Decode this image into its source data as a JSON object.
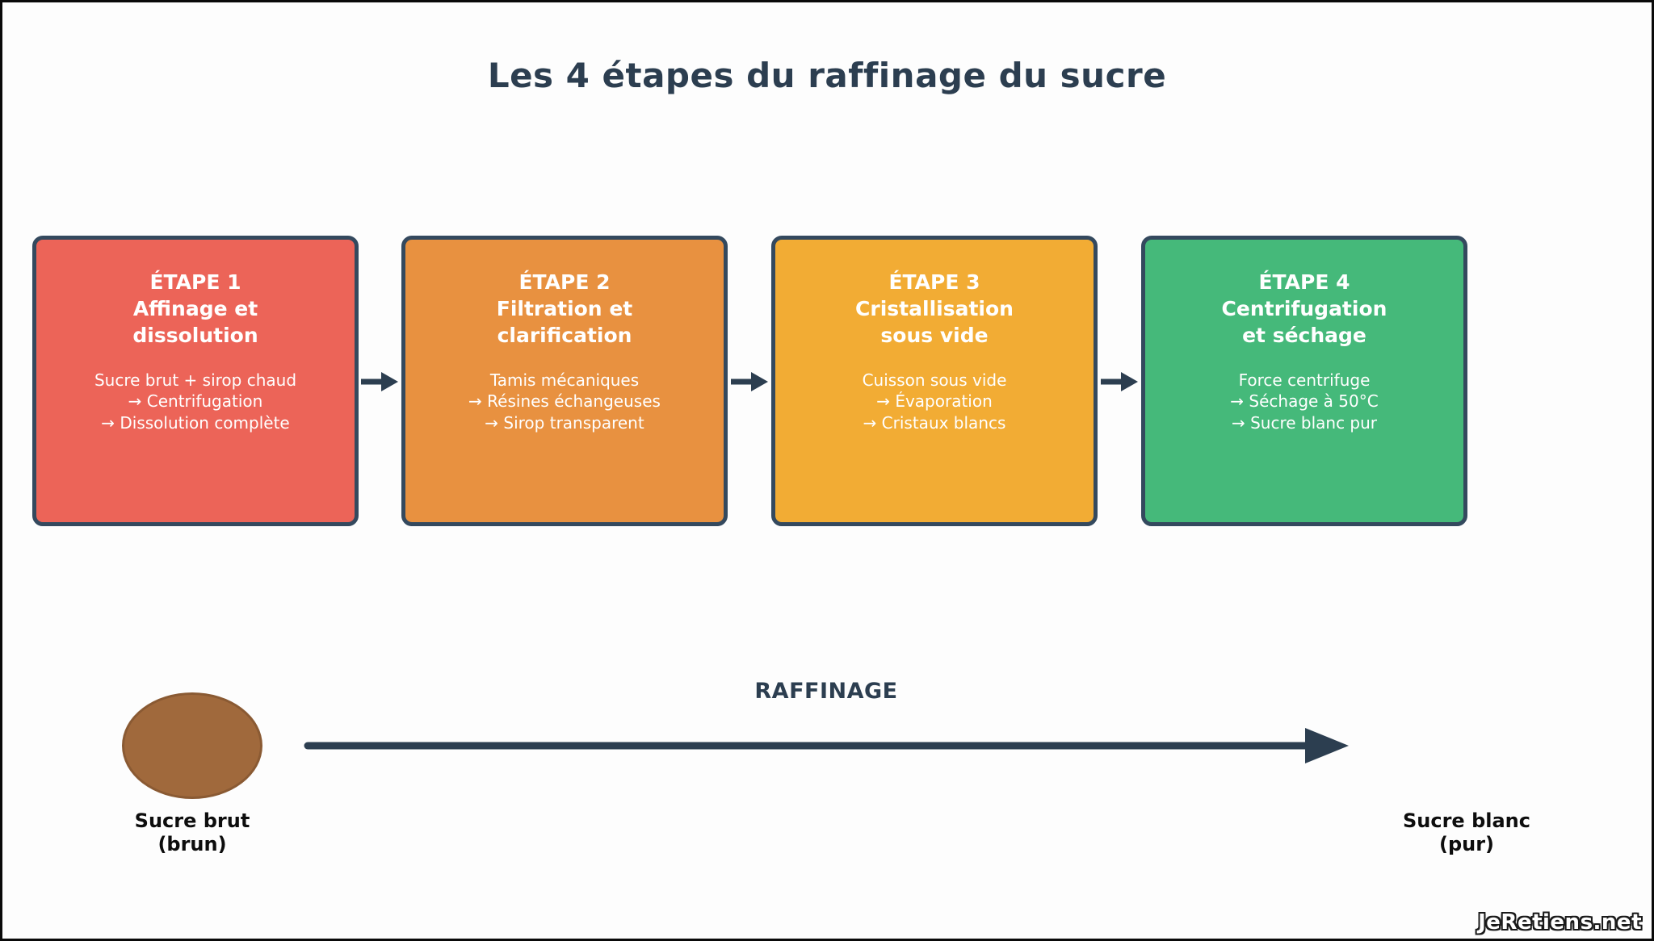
{
  "colors": {
    "navy": "#2c3e50",
    "box_border": "#34495e",
    "background": "#fdfdfd",
    "frame_border": "#0a0a0a",
    "label_black": "#0d0d0d",
    "watermark_text": "#ffffff",
    "raw_sugar_fill": "#a0693c",
    "raw_sugar_border": "#8a5a33"
  },
  "title": "Les 4 étapes du raffinage du sucre",
  "steps": [
    {
      "heading": "ÉTAPE 1\nAffinage et\ndissolution",
      "details": "Sucre brut + sirop chaud\n→ Centrifugation\n→ Dissolution complète",
      "fill": "#ec6458"
    },
    {
      "heading": "ÉTAPE 2\nFiltration et\nclarification",
      "details": "Tamis mécaniques\n→ Résines échangeuses\n→ Sirop transparent",
      "fill": "#e89140"
    },
    {
      "heading": "ÉTAPE 3\nCristallisation\nsous vide",
      "details": "Cuisson sous vide\n→ Évaporation\n→ Cristaux blancs",
      "fill": "#f2ac34"
    },
    {
      "heading": "ÉTAPE 4\nCentrifugation\net séchage",
      "details": "Force centrifuge\n→ Séchage à 50°C\n→ Sucre blanc pur",
      "fill": "#45b97a"
    }
  ],
  "process": {
    "label": "RAFFINAGE",
    "source": "Sucre brut\n(brun)",
    "result": "Sucre blanc\n(pur)"
  },
  "watermark": "JeRetiens.net"
}
